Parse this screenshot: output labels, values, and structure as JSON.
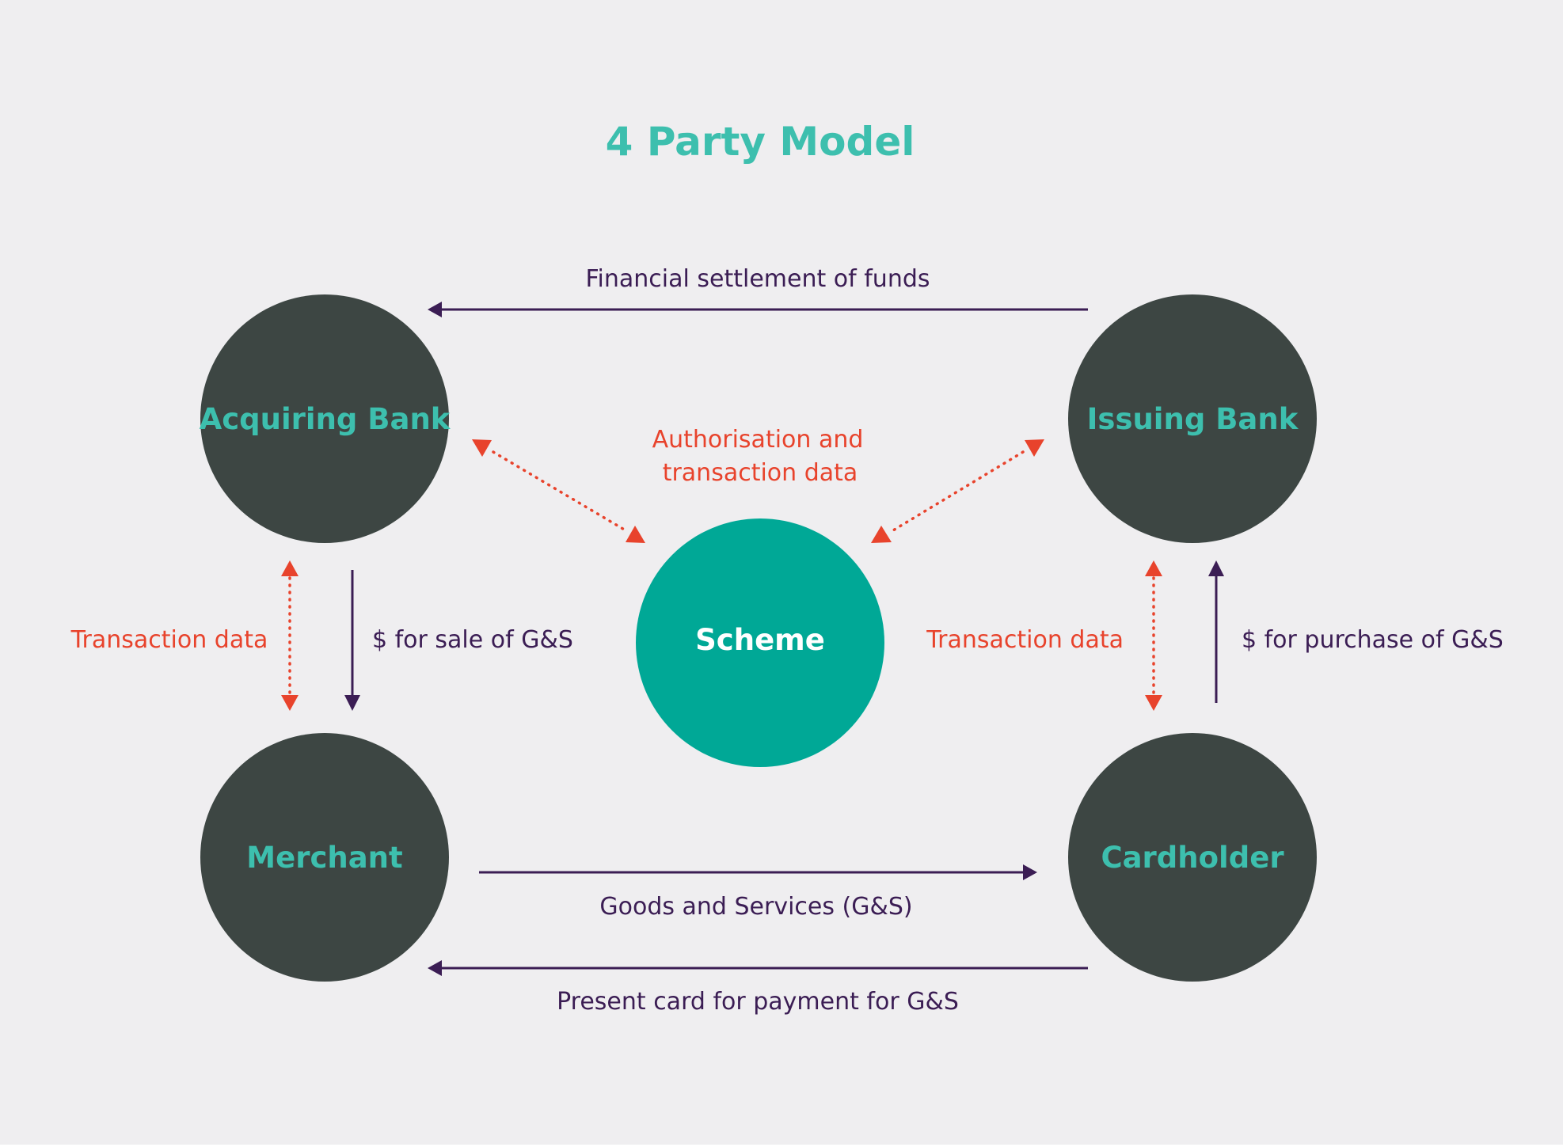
{
  "title": "4 Party Model",
  "colors": {
    "background": "#efeef0",
    "node_dark": "#3d4643",
    "node_accent": "#00a896",
    "node_dark_label": "#3dbfae",
    "node_accent_label": "#ffffff",
    "title": "#3dbfae",
    "money_flow": "#3b1d54",
    "data_flow": "#e8432c"
  },
  "nodes": {
    "acquiring_bank": "Acquiring Bank",
    "issuing_bank": "Issuing Bank",
    "scheme": "Scheme",
    "merchant": "Merchant",
    "cardholder": "Cardholder"
  },
  "flows": {
    "financial_settlement": "Financial settlement of funds",
    "authorisation_line1": "Authorisation and",
    "authorisation_line2": "transaction data",
    "transaction_data_left": "Transaction data",
    "sale_payment": "$ for sale of G&S",
    "transaction_data_right": "Transaction data",
    "purchase_payment": "$ for purchase of G&S",
    "goods_services": "Goods and Services (G&S)",
    "present_card": "Present card for payment for G&S"
  }
}
